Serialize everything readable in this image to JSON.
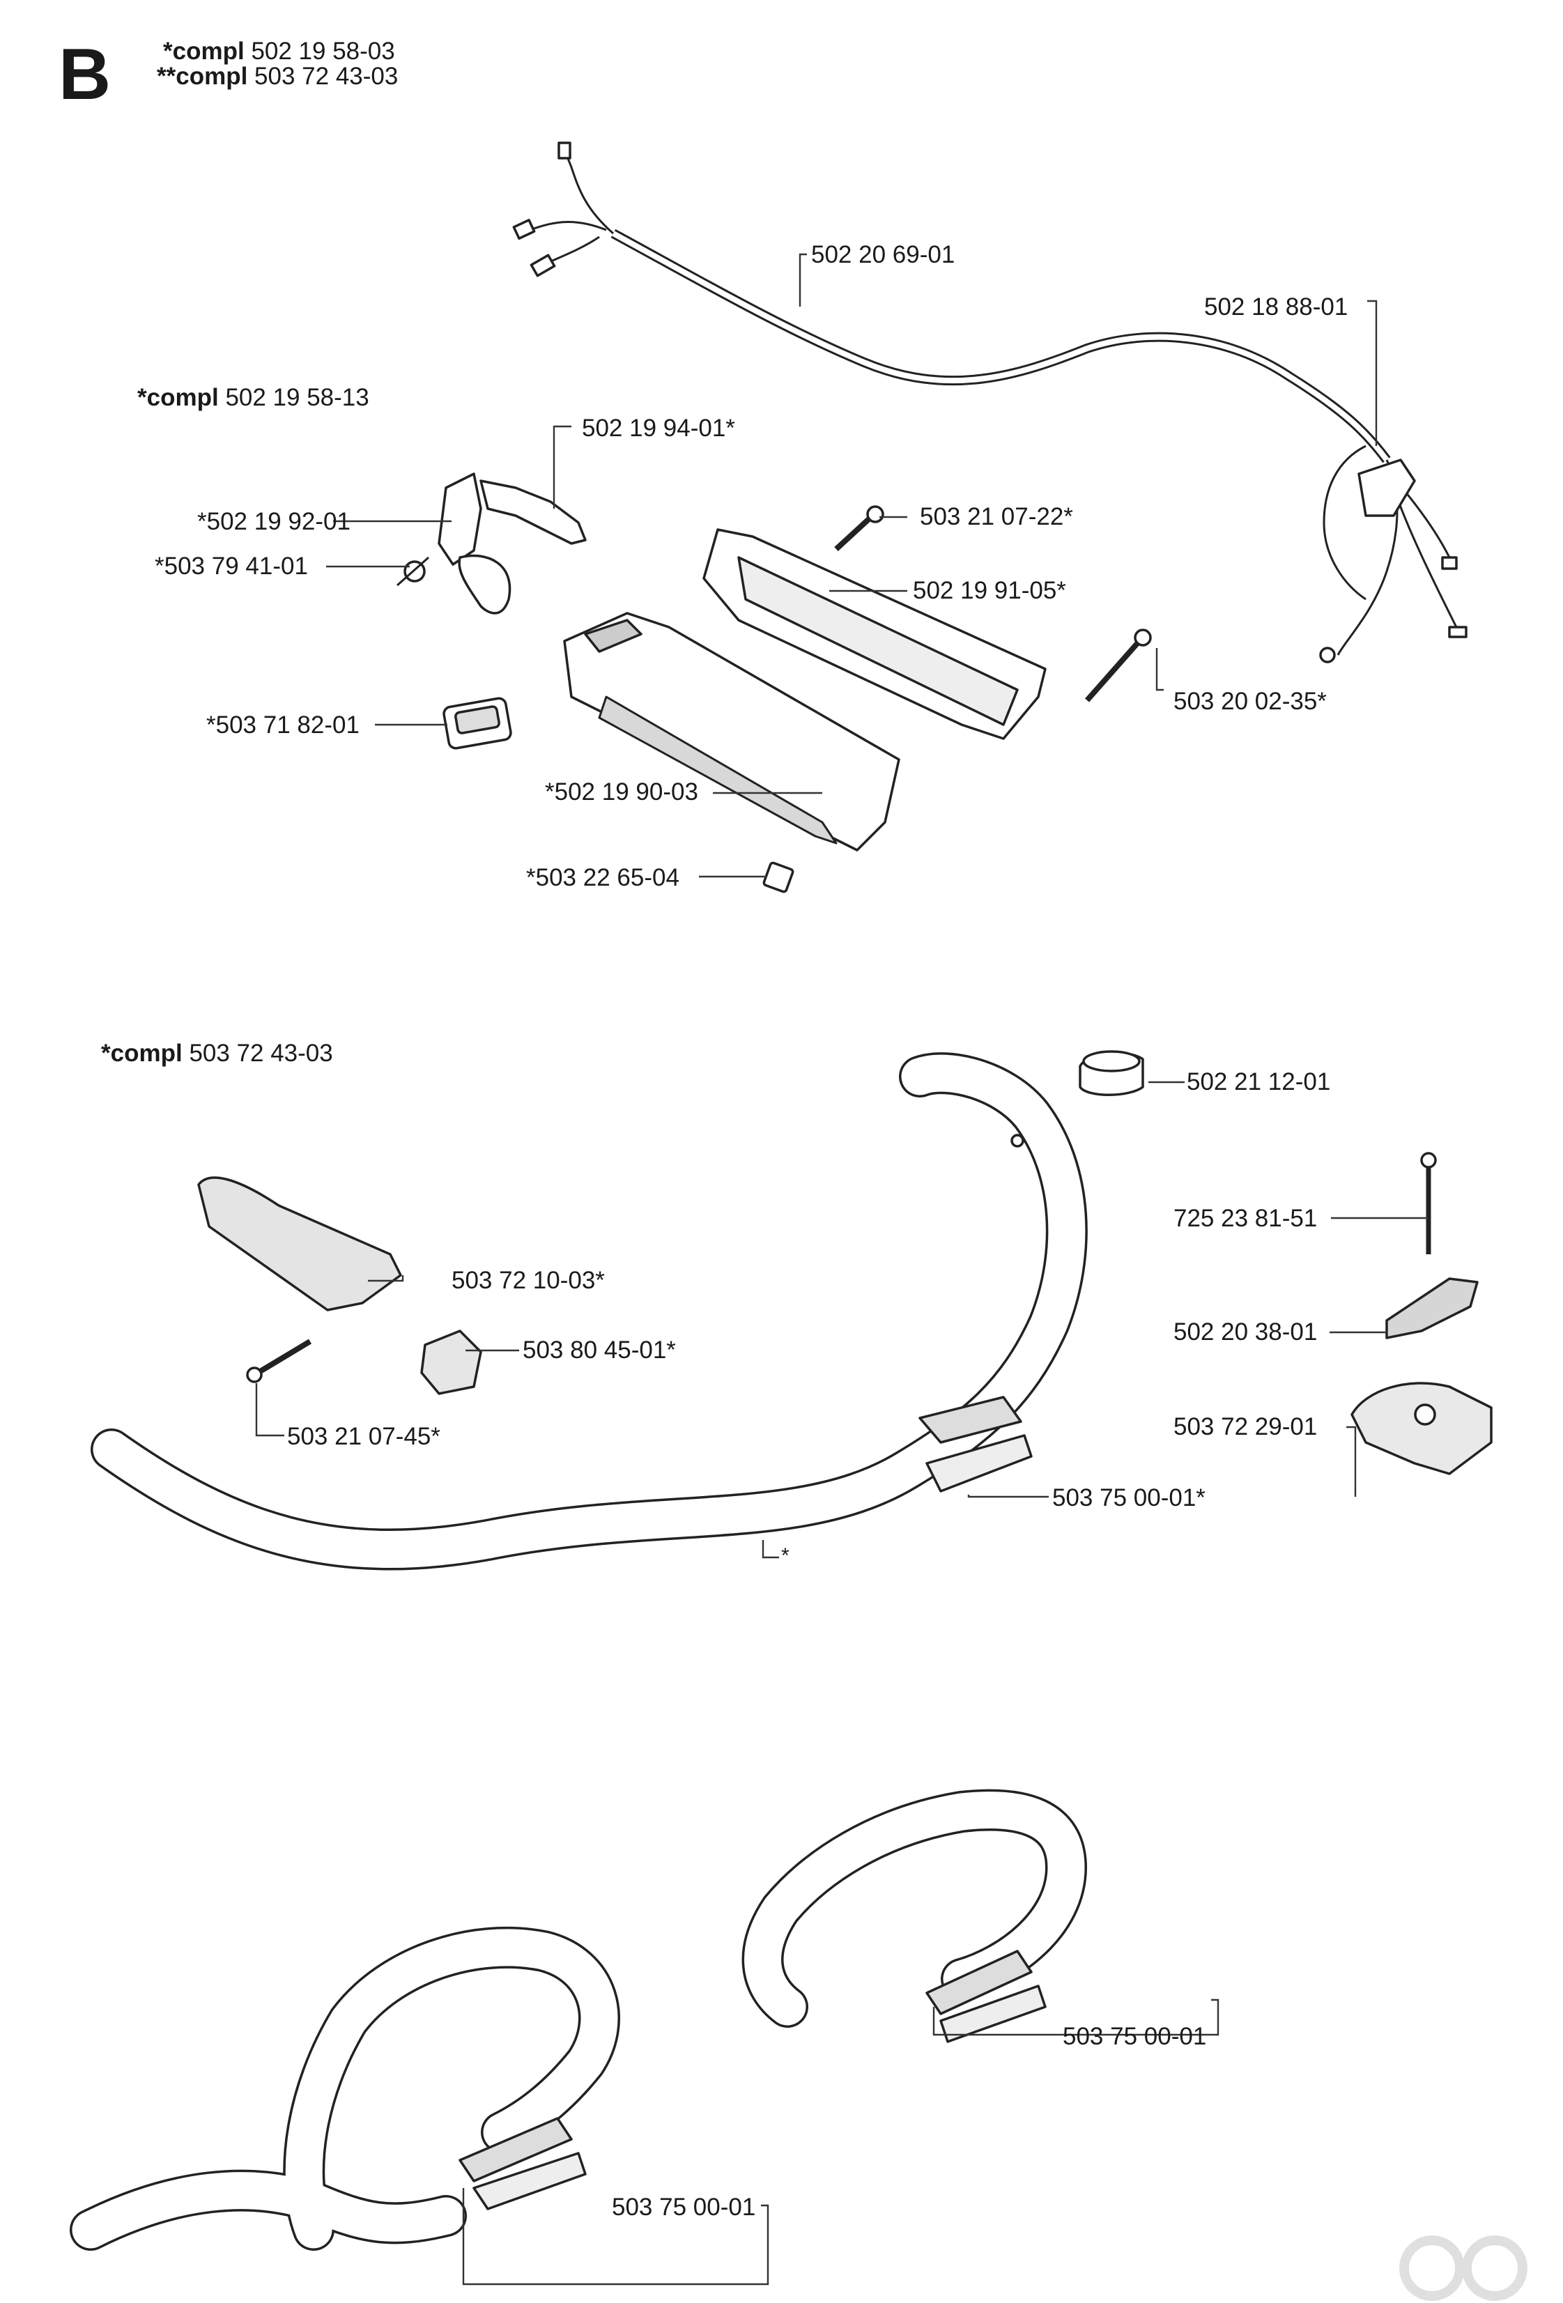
{
  "section_letter": "B",
  "header": {
    "line1_prefix": "*compl",
    "line1_number": "502 19 58-03",
    "line2_prefix": "**compl",
    "line2_number": "503 72 43-03"
  },
  "groups": {
    "handle_group": {
      "prefix": "*compl",
      "number": "502 19 58-13"
    },
    "bar_group": {
      "prefix": "*compl",
      "number": "503 72 43-03"
    }
  },
  "parts": {
    "cable": "502 20 69-01",
    "cable_end": "502 18 88-01",
    "throttle_lever": "502 19 94-01*",
    "lever_bracket": "*502 19 92-01",
    "spring": "*503 79 41-01",
    "screw_upper": "503 21 07-22*",
    "handle_half_right": "502 19 91-05*",
    "screw_long": "503 20 02-35*",
    "stop_switch": "*503 71 82-01",
    "handle_half_left": "*502 19 90-03",
    "nut": "*503 22 65-04",
    "grommet": "502 21 12-01",
    "bolt": "725 23 81-51",
    "knob": "502 20 38-01",
    "clamp_base": "503 72 29-01",
    "grip": "503 72 10-03*",
    "nut_holder": "503 80 45-01*",
    "screw_grip": "503 21 07-45*",
    "clamp": "503 75 00-01*",
    "bar_marker": "*",
    "loop_clamp_right": "503 75 00-01",
    "loop_clamp_left": "503 75 00-01"
  }
}
